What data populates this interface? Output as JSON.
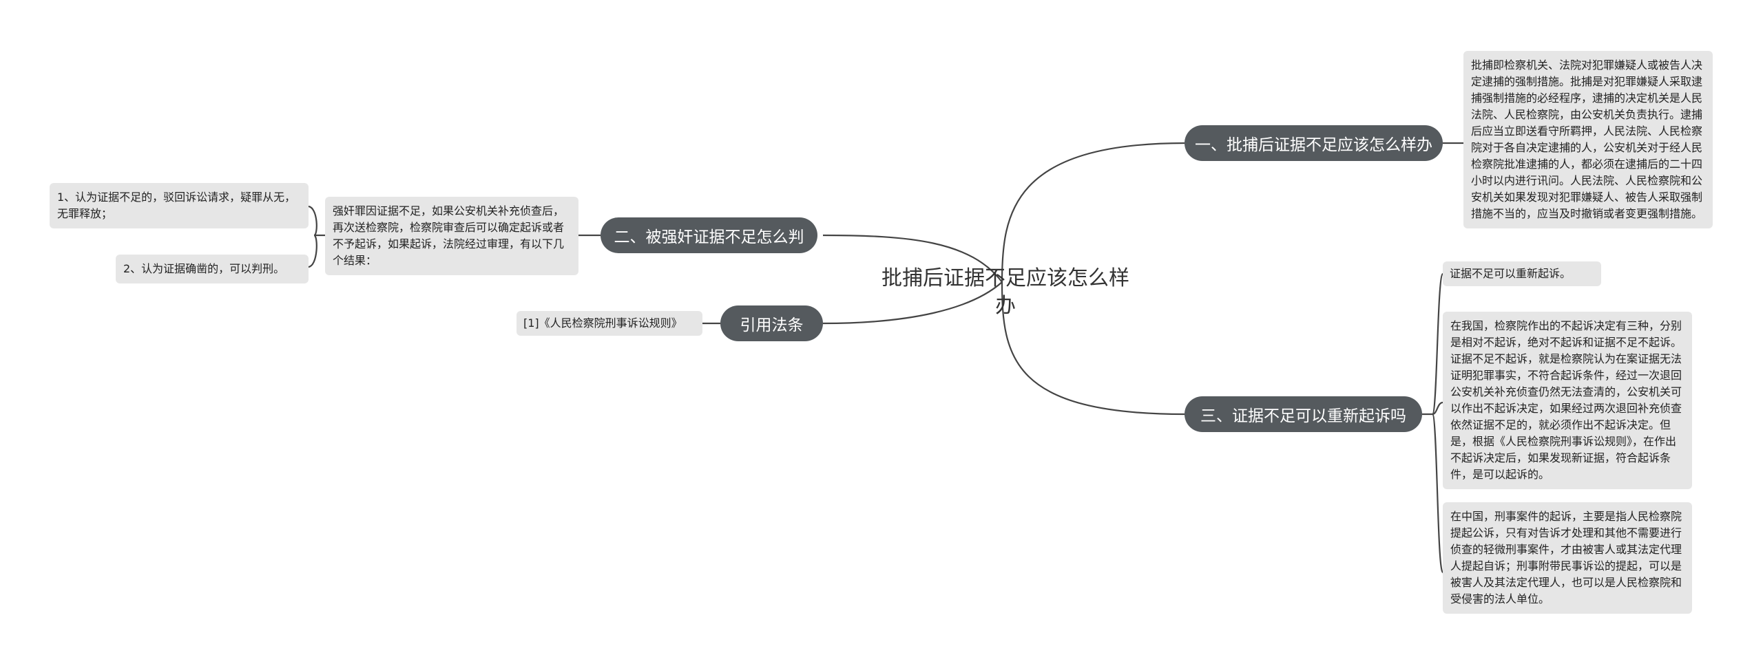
{
  "central": {
    "title": "批捕后证据不足应该怎么样办"
  },
  "branches": [
    {
      "label": "一、批捕后证据不足应该怎么样办",
      "notes": [
        "批捕即检察机关、法院对犯罪嫌疑人或被告人决定逮捕的强制措施。批捕是对犯罪嫌疑人采取逮捕强制措施的必经程序，逮捕的决定机关是人民法院、人民检察院，由公安机关负责执行。逮捕后应当立即送看守所羁押，人民法院、人民检察院对于各自决定逮捕的人，公安机关对于经人民检察院批准逮捕的人，都必须在逮捕后的二十四小时以内进行讯问。人民法院、人民检察院和公安机关如果发现对犯罪嫌疑人、被告人采取强制措施不当的，应当及时撤销或者变更强制措施。"
      ]
    },
    {
      "label": "二、被强奸证据不足怎么判",
      "notes": [
        "强奸罪因证据不足，如果公安机关补充侦查后，再次送检察院，检察院审查后可以确定起诉或者不予起诉，如果起诉，法院经过审理，有以下几个结果："
      ],
      "sub_notes": [
        "1、认为证据不足的，驳回诉讼请求，疑罪从无，无罪释放；",
        "2、认为证据确凿的，可以判刑。"
      ]
    },
    {
      "label": "引用法条",
      "notes": [
        "[1]《人民检察院刑事诉讼规则》"
      ]
    },
    {
      "label": "三、证据不足可以重新起诉吗",
      "notes": [
        "证据不足可以重新起诉。",
        "在我国，检察院作出的不起诉决定有三种，分别是相对不起诉，绝对不起诉和证据不足不起诉。证据不足不起诉，就是检察院认为在案证据无法证明犯罪事实，不符合起诉条件，经过一次退回公安机关补充侦查仍然无法查清的，公安机关可以作出不起诉决定，如果经过两次退回补充侦查依然证据不足的，就必须作出不起诉决定。但是，根据《人民检察院刑事诉讼规则》，在作出不起诉决定后，如果发现新证据，符合起诉条件，是可以起诉的。",
        "在中国，刑事案件的起诉，主要是指人民检察院提起公诉，只有对告诉才处理和其他不需要进行侦查的轻微刑事案件，才由被害人或其法定代理人提起自诉；刑事附带民事诉讼的提起，可以是被害人及其法定代理人，也可以是人民检察院和受侵害的法人单位。"
      ]
    }
  ],
  "colors": {
    "line": "#444444",
    "topic_bg": "#555a5e",
    "note_bg": "#e6e6e6",
    "central_text": "#333333"
  }
}
